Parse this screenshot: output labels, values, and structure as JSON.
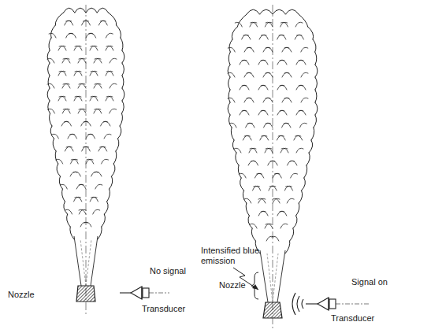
{
  "diagram": {
    "labels": [
      "Nozzle",
      "No signal",
      "Transducer",
      "Intensified blue emission",
      "Nozzle",
      "Signal on",
      "Transducer"
    ]
  }
}
